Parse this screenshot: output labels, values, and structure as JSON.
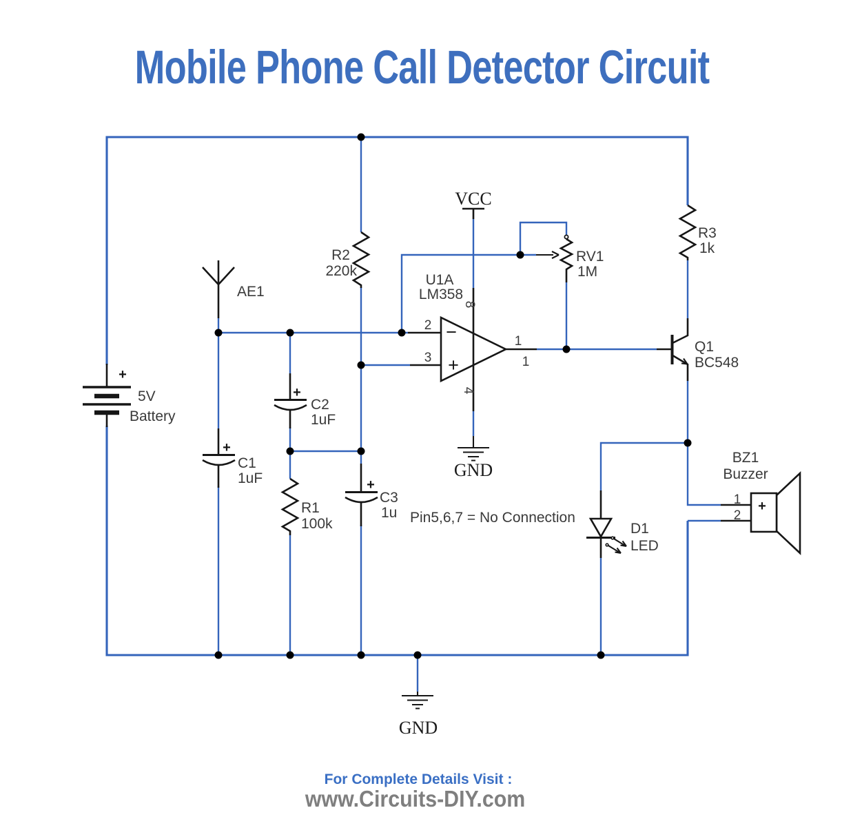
{
  "title": "Mobile Phone Call Detector Circuit",
  "note": "Pin5,6,7 = No Connection",
  "power": {
    "vcc": "VCC",
    "gnd_opamp": "GND",
    "gnd_main": "GND"
  },
  "components": {
    "battery": {
      "plus": "+",
      "value": "5V",
      "name": "Battery"
    },
    "antenna": {
      "ref": "AE1"
    },
    "c1": {
      "ref": "C1",
      "value": "1uF",
      "plus": "+"
    },
    "c2": {
      "ref": "C2",
      "value": "1uF",
      "plus": "+"
    },
    "c3": {
      "ref": "C3",
      "value": "1u",
      "plus": "+"
    },
    "r1": {
      "ref": "R1",
      "value": "100k"
    },
    "r2": {
      "ref": "R2",
      "value": "220k"
    },
    "r3": {
      "ref": "R3",
      "value": "1k"
    },
    "rv1": {
      "ref": "RV1",
      "value": "1M"
    },
    "opamp": {
      "ref": "U1A",
      "part": "LM358",
      "pin_inv": "2",
      "pin_noninv": "3",
      "pin_out": "1",
      "pin_out_name": "1",
      "pin_vplus": "8",
      "pin_vminus": "4",
      "minus_sign": "−",
      "plus_sign": "+"
    },
    "q1": {
      "ref": "Q1",
      "part": "BC548"
    },
    "d1": {
      "ref": "D1",
      "part": "LED"
    },
    "bz1": {
      "ref": "BZ1",
      "part": "Buzzer",
      "pin1": "1",
      "pin2": "2",
      "plus": "+"
    }
  },
  "footer": {
    "line1": "For Complete Details Visit :",
    "line2": "www.Circuits-DIY.com"
  },
  "colors": {
    "wire": "#3464bb",
    "symbol": "#161616",
    "title": "#3e6fbe",
    "footer_link": "#3a6fc4",
    "footer_site": "#7f7f7f"
  }
}
